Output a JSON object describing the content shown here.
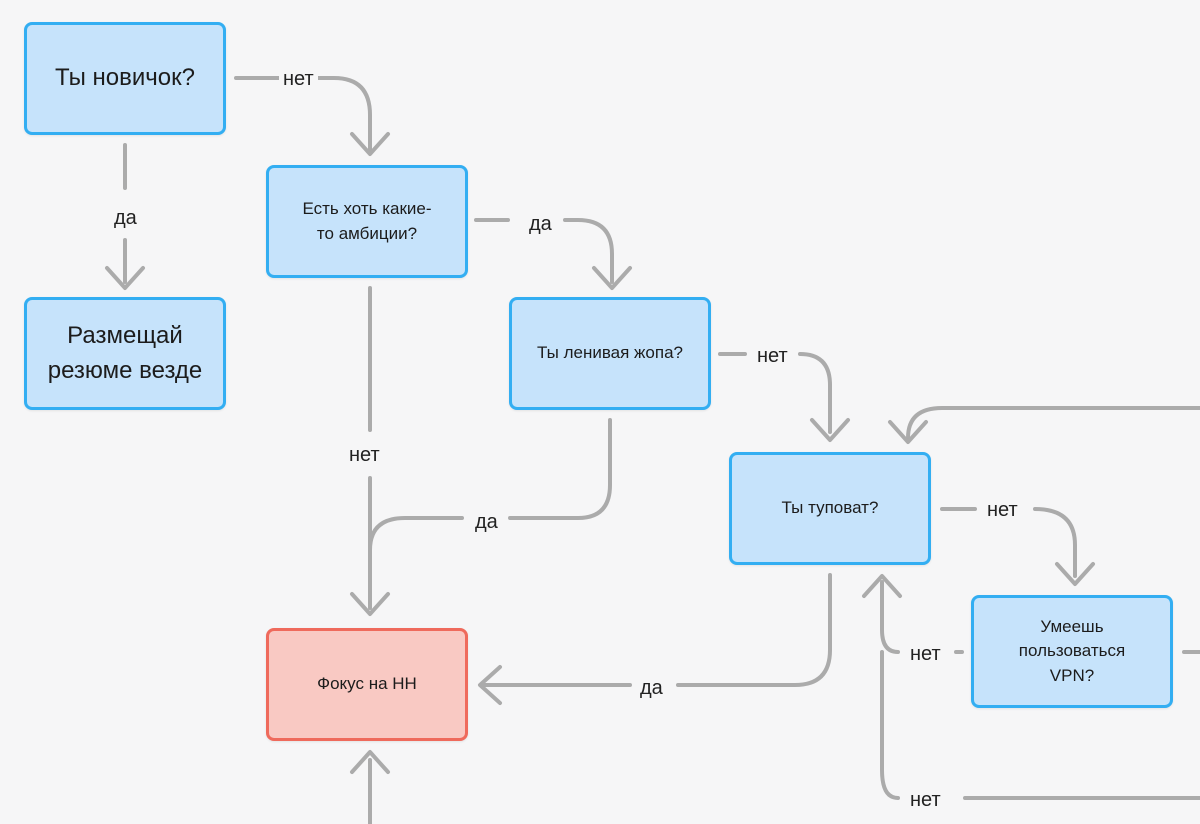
{
  "nodes": {
    "newbie": "Ты новичок?",
    "ambitions": "Есть хоть какие-\nто амбиции?",
    "post_everywhere": "Размещай\nрезюме везде",
    "lazy": "Ты ленивая жопа?",
    "dumb": "Ты туповат?",
    "vpn": "Умеешь\nпользоваться\nVPN?",
    "focus_hh": "Фокус на HH"
  },
  "edges": {
    "newbie_no": "нет",
    "newbie_yes": "да",
    "ambitions_yes": "да",
    "ambitions_no": "нет",
    "lazy_no": "нет",
    "lazy_yes": "да",
    "dumb_no": "нет",
    "dumb_yes": "да",
    "vpn_no": "нет",
    "bottom_no": "нет"
  },
  "colors": {
    "node_fill": "#c6e3fb",
    "node_border": "#33aef2",
    "target_fill": "#f9c9c3",
    "target_border": "#ef6a5c",
    "arrow": "#ababab"
  }
}
